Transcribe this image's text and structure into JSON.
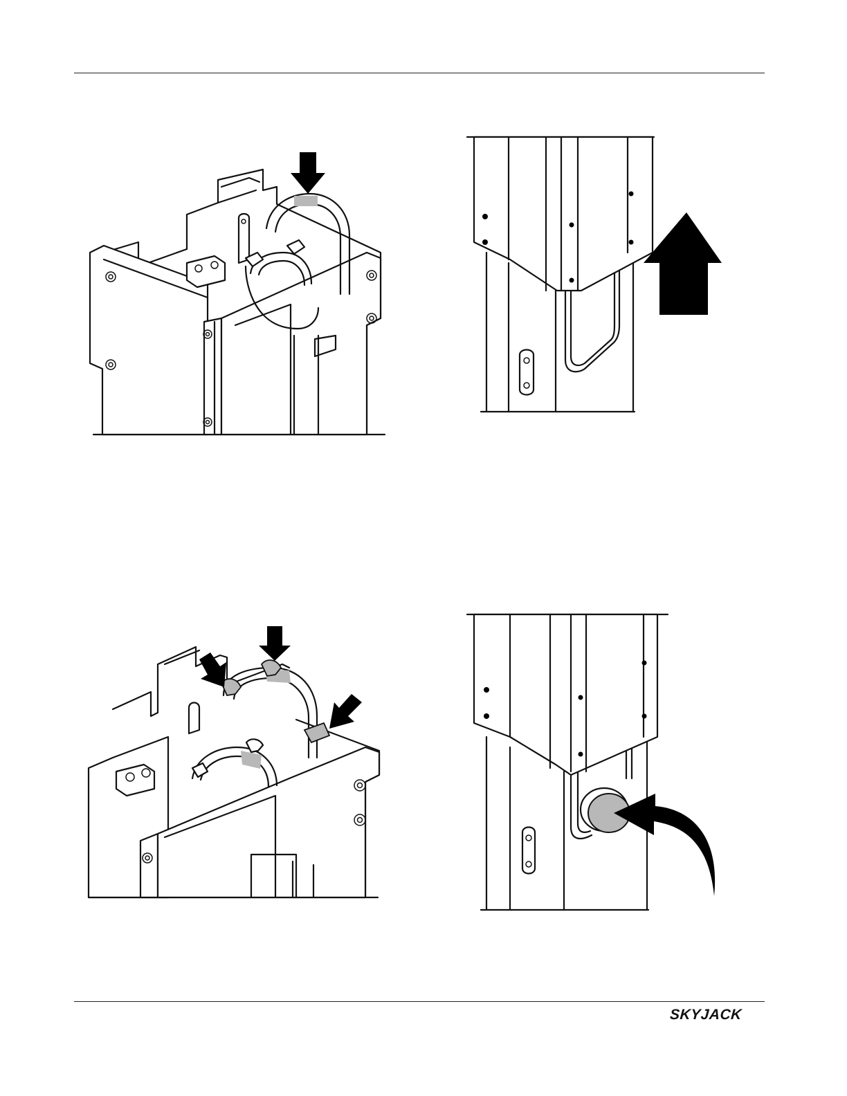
{
  "figures": [
    {
      "id": "fig-a",
      "icon": "cable-bundle-arch-isometric"
    },
    {
      "id": "fig-b",
      "icon": "mast-section-cable-loop-up-arrow"
    },
    {
      "id": "fig-c",
      "icon": "cable-clamps-three-arrows-isometric"
    },
    {
      "id": "fig-d",
      "icon": "mast-section-cable-pad-curved-arrow"
    }
  ],
  "footer": {
    "logo_text": "SKYJACK",
    "logo_icon": "skyjack-logo"
  }
}
